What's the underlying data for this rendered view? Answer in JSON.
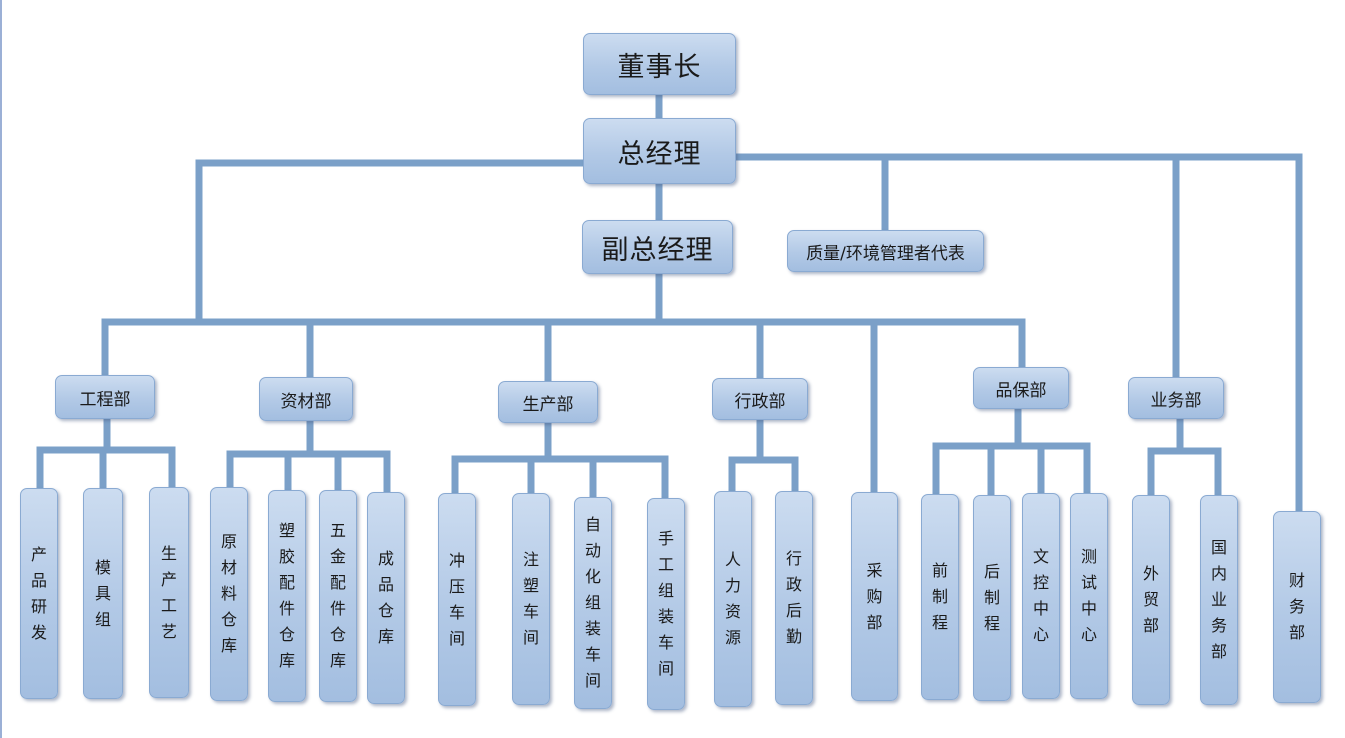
{
  "colors": {
    "line": "#7ba0c8",
    "box_fill": "#b2c9e6",
    "box_border": "#8aaad2"
  },
  "chairman": "董事长",
  "general_manager": "总经理",
  "deputy_general_manager": "副总经理",
  "management_representative": "质量/环境管理者代表",
  "departments": {
    "engineering": {
      "name": "工程部",
      "units": [
        "产品研发",
        "模具组",
        "生产工艺"
      ]
    },
    "materials": {
      "name": "资材部",
      "units": [
        "原材料仓库",
        "塑胶配件仓库",
        "五金配件仓库",
        "成品仓库"
      ]
    },
    "production": {
      "name": "生产部",
      "units": [
        "冲压车间",
        "注塑车间",
        "自动化组装车间",
        "手工组装车间"
      ]
    },
    "administration": {
      "name": "行政部",
      "units": [
        "人力资源",
        "行政后勤"
      ]
    },
    "purchasing": "采购部",
    "quality": {
      "name": "品保部",
      "units": [
        "前制程",
        "后制程",
        "文控中心",
        "测试中心"
      ]
    },
    "business": {
      "name": "业务部",
      "units": [
        "外贸部",
        "国内业务部"
      ]
    },
    "finance": "财务部"
  }
}
